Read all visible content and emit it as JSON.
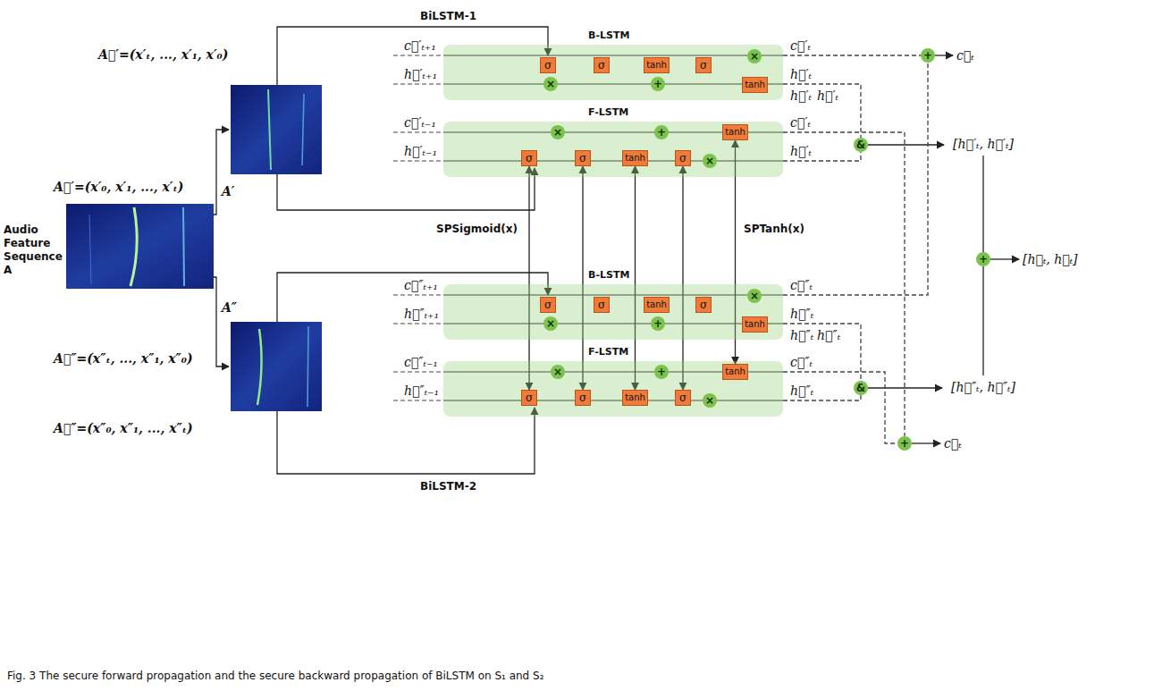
{
  "diagram": {
    "caption": "Fig. 3 The secure forward propagation and the secure backward propagation of BiLSTM on S₁ and S₂",
    "nodes": [
      {
        "text": [
          "Audio Feature Sequence A"
        ]
      },
      {
        "text": [
          "B-LSTM"
        ]
      },
      {
        "text": [
          "σ"
        ],
        "in": 1
      },
      {
        "text": [
          "σ"
        ],
        "in": 1
      },
      {
        "text": [
          "tanh"
        ],
        "in": 1
      },
      {
        "text": [
          "σ"
        ],
        "in": 1
      },
      {
        "text": [
          "×"
        ],
        "in": 1
      },
      {
        "text": [
          "tanh"
        ],
        "in": 1
      },
      {
        "text": [
          "×"
        ],
        "in": 1
      },
      {
        "text": [
          "+"
        ],
        "in": 1
      },
      {
        "text": [
          "F-LSTM"
        ]
      },
      {
        "text": [
          "×"
        ],
        "in": 10
      },
      {
        "text": [
          "+"
        ],
        "in": 10
      },
      {
        "text": [
          "σ"
        ],
        "in": 10
      },
      {
        "text": [
          "σ"
        ],
        "in": 10
      },
      {
        "text": [
          "tanh"
        ],
        "in": 10
      },
      {
        "text": [
          "σ"
        ],
        "in": 10
      },
      {
        "text": [
          "tanh"
        ],
        "in": 10
      },
      {
        "text": [
          "×"
        ],
        "in": 10
      },
      {
        "text": [
          "B-LSTM"
        ]
      },
      {
        "text": [
          "σ"
        ],
        "in": 19
      },
      {
        "text": [
          "σ"
        ],
        "in": 19
      },
      {
        "text": [
          "tanh"
        ],
        "in": 19
      },
      {
        "text": [
          "σ"
        ],
        "in": 19
      },
      {
        "text": [
          "×"
        ],
        "in": 19
      },
      {
        "text": [
          "tanh"
        ],
        "in": 19
      },
      {
        "text": [
          "×"
        ],
        "in": 19
      },
      {
        "text": [
          "+"
        ],
        "in": 19
      },
      {
        "text": [
          "F-LSTM"
        ]
      },
      {
        "text": [
          "×"
        ],
        "in": 28
      },
      {
        "text": [
          "+"
        ],
        "in": 28
      },
      {
        "text": [
          "σ"
        ],
        "in": 28
      },
      {
        "text": [
          "σ"
        ],
        "in": 28
      },
      {
        "text": [
          "tanh"
        ],
        "in": 28
      },
      {
        "text": [
          "σ"
        ],
        "in": 28
      },
      {
        "text": [
          "tanh"
        ],
        "in": 28
      },
      {
        "text": [
          "×"
        ],
        "in": 28
      },
      {
        "text": [
          "+"
        ]
      },
      {
        "text": [
          "&"
        ]
      },
      {
        "text": [
          "+"
        ]
      },
      {
        "text": [
          "&"
        ]
      },
      {
        "text": [
          "+"
        ]
      }
    ],
    "edges": [
      {
        "from": 13,
        "to": 31,
        "arrow": "both"
      },
      {
        "from": 14,
        "to": 32,
        "arrow": "both"
      },
      {
        "from": 15,
        "to": 33,
        "arrow": "both"
      },
      {
        "from": 16,
        "to": 34,
        "arrow": "both"
      },
      {
        "from": 17,
        "to": 35,
        "arrow": "both"
      },
      {
        "from": 1,
        "to": 37,
        "arrow": "none"
      },
      {
        "from": 19,
        "to": 37,
        "arrow": "none"
      },
      {
        "from": 10,
        "to": 41,
        "arrow": "none"
      },
      {
        "from": 28,
        "to": 41,
        "arrow": "none"
      },
      {
        "from": 1,
        "to": 38,
        "arrow": "none"
      },
      {
        "from": 10,
        "to": 38,
        "arrow": "none"
      },
      {
        "from": 19,
        "to": 40,
        "arrow": "none"
      },
      {
        "from": 28,
        "to": 40,
        "arrow": "none"
      }
    ],
    "labels": [
      "BiLSTM-1",
      "BiLSTM-2",
      "A⃖′=(x′ₜ, ..., x′₁, x′₀)",
      "A⃗′=(x′₀, x′₁, ..., x′ₜ)",
      "A′",
      "A″",
      "A⃖″=(x″ₜ, ..., x″₁, x″₀)",
      "A⃗″=(x″₀, x″₁, ..., x″ₜ)",
      "SPSigmoid(x)",
      "SPTanh(x)",
      "c⃖′ₜ₊₁",
      "h⃖′ₜ₊₁",
      "c⃗′ₜ₋₁",
      "h⃗′ₜ₋₁",
      "c⃖″ₜ₊₁",
      "h⃖″ₜ₊₁",
      "c⃗″ₜ₋₁",
      "h⃗″ₜ₋₁",
      "c⃖′ₜ",
      "h⃖′ₜ",
      "h⃗′ₜ",
      "h⃖′ₜ",
      "c⃗′ₜ",
      "h⃗′ₜ",
      "c⃖″ₜ",
      "h⃖″ₜ",
      "h⃗″ₜ",
      "h⃖″ₜ",
      "c⃗″ₜ",
      "h⃗″ₜ",
      "c⃖ₜ",
      "[h⃗′ₜ, h⃖′ₜ]",
      "[h⃗ₜ, h⃖ₜ]",
      "[h⃗″ₜ, h⃖″ₜ]",
      "c⃗ₜ"
    ]
  }
}
